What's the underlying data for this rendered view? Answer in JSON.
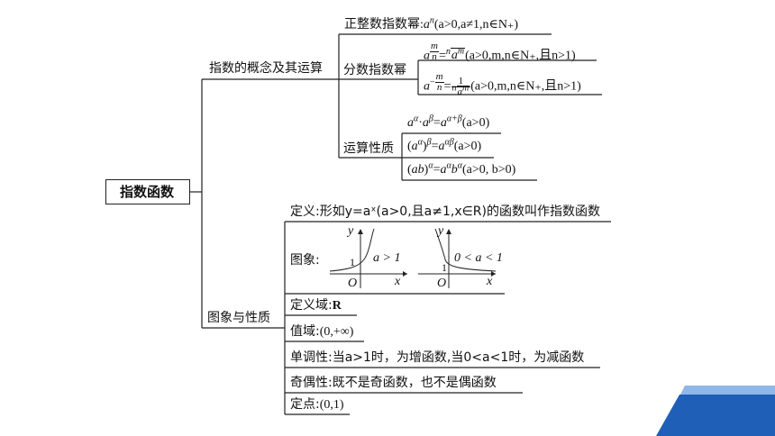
{
  "root": {
    "label": "指数函数"
  },
  "branch1": {
    "label": "指数的概念及其运算",
    "positive_integer": {
      "label": "正整数指数幂",
      "suffix": "(a>0,a≠1,n∈N₊)"
    },
    "fractional": {
      "label": "分数指数幂",
      "positive_suffix": "(a>0,m,n∈N₊,且n>1)",
      "negative_suffix": "(a>0,m,n∈N₊,且n>1)"
    },
    "operations": {
      "label": "运算性质",
      "rule1_suffix": "(a>0)",
      "rule2_suffix": "(a>0)",
      "rule3_suffix": "(a>0, b>0)"
    }
  },
  "branch2": {
    "label": "图象与性质",
    "definition": "定义:形如y=aˣ(a>0,且a≠1,x∈R)的函数叫作指数函数",
    "graph": {
      "label": "图象:",
      "left_case": "a > 1",
      "right_case": "0 < a < 1",
      "axis_y": "y",
      "axis_x": "x",
      "origin": "O",
      "intercept": "1"
    },
    "domain": {
      "label": "定义域:",
      "value": "R"
    },
    "range": {
      "label": "值域:",
      "value": "(0,+∞)"
    },
    "monotonicity": "单调性:当a>1时，为增函数,当0<a<1时，为减函数",
    "parity": "奇偶性:既不是奇函数，也不是偶函数",
    "fixed_point": {
      "label": "定点:",
      "value": "(0,1)"
    }
  },
  "colors": {
    "accent_dark": "#1f5fb8",
    "accent_light": "#8fb8e8",
    "line": "#222222"
  }
}
